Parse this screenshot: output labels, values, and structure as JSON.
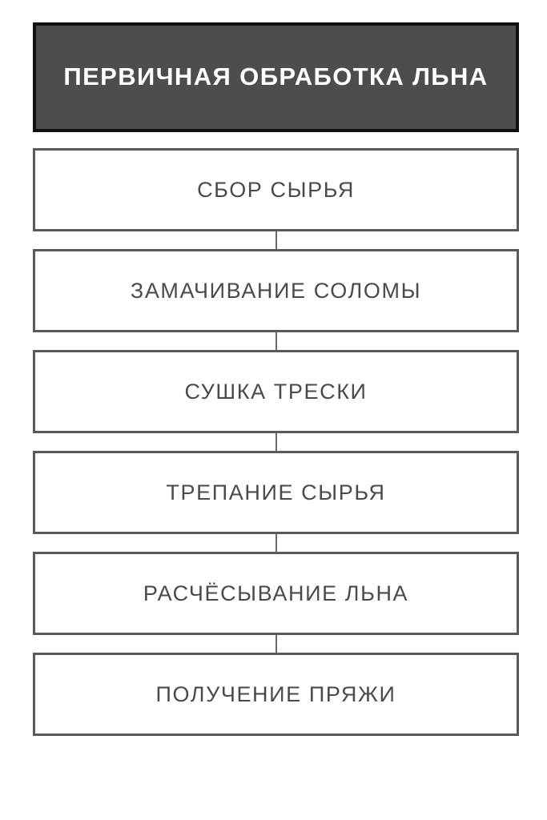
{
  "diagram": {
    "title": "ПЕРВИЧНАЯ ОБРАБОТКА ЛЬНА",
    "orientation": "vertical-top-down",
    "header": {
      "label": "ПЕРВИЧНАЯ ОБРАБОТКА ЛЬНА",
      "fill_color": "#4d4d4d",
      "border_color": "#111111",
      "text_color": "#ffffff"
    },
    "node_style": {
      "fill_color": "#ffffff",
      "border_color": "#5a5a5a",
      "text_color": "#4a4a4a",
      "connector_color": "#6b6b6b"
    },
    "steps": [
      {
        "index": 1,
        "label": "СБОР СЫРЬЯ"
      },
      {
        "index": 2,
        "label": "ЗАМАЧИВАНИЕ СОЛОМЫ"
      },
      {
        "index": 3,
        "label": "СУШКА ТРЕСКИ"
      },
      {
        "index": 4,
        "label": "ТРЕПАНИЕ СЫРЬЯ"
      },
      {
        "index": 5,
        "label": "РАСЧЁСЫВАНИЕ ЛЬНА"
      },
      {
        "index": 6,
        "label": "ПОЛУЧЕНИЕ ПРЯЖИ"
      }
    ]
  }
}
